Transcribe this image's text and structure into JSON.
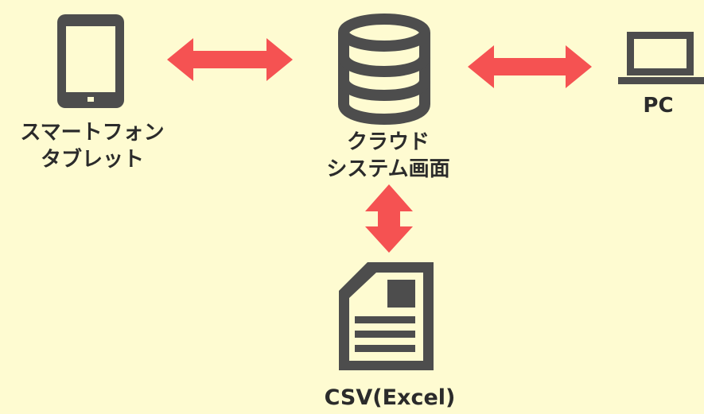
{
  "colors": {
    "background": "#fefbd1",
    "icon": "#4d4d4d",
    "arrow": "#f55252",
    "text": "#2b2b2b"
  },
  "nodes": {
    "smartphone": {
      "icon": "tablet-icon",
      "line1": "スマートフォン",
      "line2": "タブレット"
    },
    "cloud": {
      "icon": "database-icon",
      "line1": "クラウド",
      "line2": "システム画面"
    },
    "pc": {
      "icon": "laptop-icon",
      "line1": "PC"
    },
    "csv": {
      "icon": "document-icon",
      "line1": "CSV(Excel)"
    }
  },
  "connections": [
    {
      "from": "smartphone",
      "to": "cloud",
      "direction": "bidirectional"
    },
    {
      "from": "cloud",
      "to": "pc",
      "direction": "bidirectional"
    },
    {
      "from": "cloud",
      "to": "csv",
      "direction": "bidirectional"
    }
  ]
}
